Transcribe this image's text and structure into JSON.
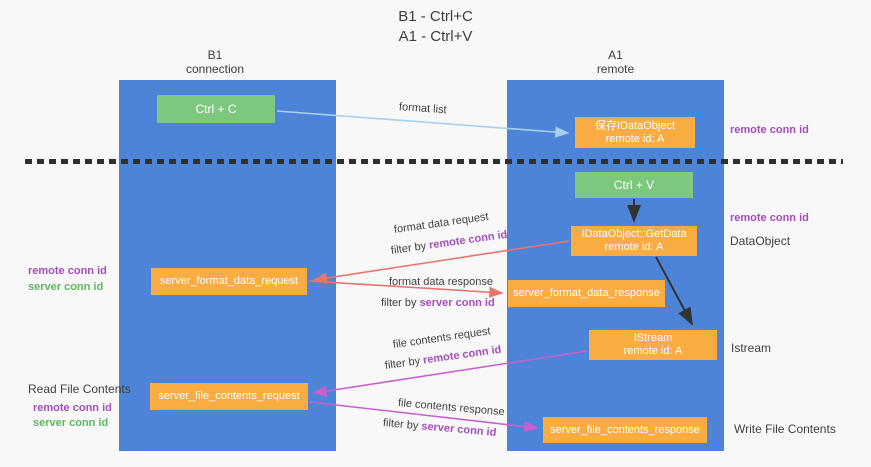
{
  "title": {
    "line1": "B1 - Ctrl+C",
    "line2": "A1 - Ctrl+V"
  },
  "lanes": {
    "left": {
      "name": "B1",
      "role": "connection"
    },
    "right": {
      "name": "A1",
      "role": "remote"
    }
  },
  "boxes": {
    "ctrl_c": {
      "label": "Ctrl + C"
    },
    "ctrl_v": {
      "label": "Ctrl + V"
    },
    "save_idataobject": {
      "line1": "保存IDataObject",
      "line2": "remote id: A"
    },
    "getdata": {
      "line1": "IDataObject::GetData",
      "line2": "remote id: A"
    },
    "istream": {
      "line1": "IStream",
      "line2": "remote id: A"
    },
    "server_format_data_request": {
      "label": "server_format_data_request"
    },
    "server_format_data_response": {
      "label": "server_format_data_response"
    },
    "server_file_contents_request": {
      "label": "server_file_contents_request"
    },
    "server_file_contents_response": {
      "label": "server_file_contents_response"
    }
  },
  "arrows": {
    "format_list": {
      "label": "format list"
    },
    "format_data_request": {
      "label": "format data request",
      "filter_prefix": "filter by ",
      "filter_key": "remote conn id"
    },
    "format_data_response": {
      "label": "format data response",
      "filter_prefix": "filter by ",
      "filter_key": "server conn id"
    },
    "file_contents_request": {
      "label": "file contents request",
      "filter_prefix": "filter by ",
      "filter_key": "remote conn id"
    },
    "file_contents_response": {
      "label": "file contents response",
      "filter_prefix": "filter by ",
      "filter_key": "server conn id"
    }
  },
  "side_labels": {
    "right_top_remote_conn_id": "remote conn id",
    "right_mid_remote_conn_id": "remote conn id",
    "dataobject": "DataObject",
    "istream": "Istream",
    "write_file_contents": "Write File Contents",
    "left_mid_remote_conn_id": "remote conn id",
    "left_mid_server_conn_id": "server conn id",
    "read_file_contents": "Read File Contents",
    "left_bottom_remote_conn_id": "remote conn id",
    "left_bottom_server_conn_id": "server conn id"
  },
  "colors": {
    "lane_blue": "#4d84d8",
    "box_orange": "#f9ac41",
    "box_green": "#7dc87e",
    "arrow_light_blue": "#a8d0f0",
    "arrow_black": "#333333",
    "arrow_salmon": "#e8746e",
    "arrow_magenta": "#c85fcd",
    "text_purple": "#a44dbc",
    "text_green": "#5cb85c",
    "text_dark": "#3f3f3f",
    "dashed_line": "#2f2f2f",
    "background": "#f8f8f8"
  }
}
